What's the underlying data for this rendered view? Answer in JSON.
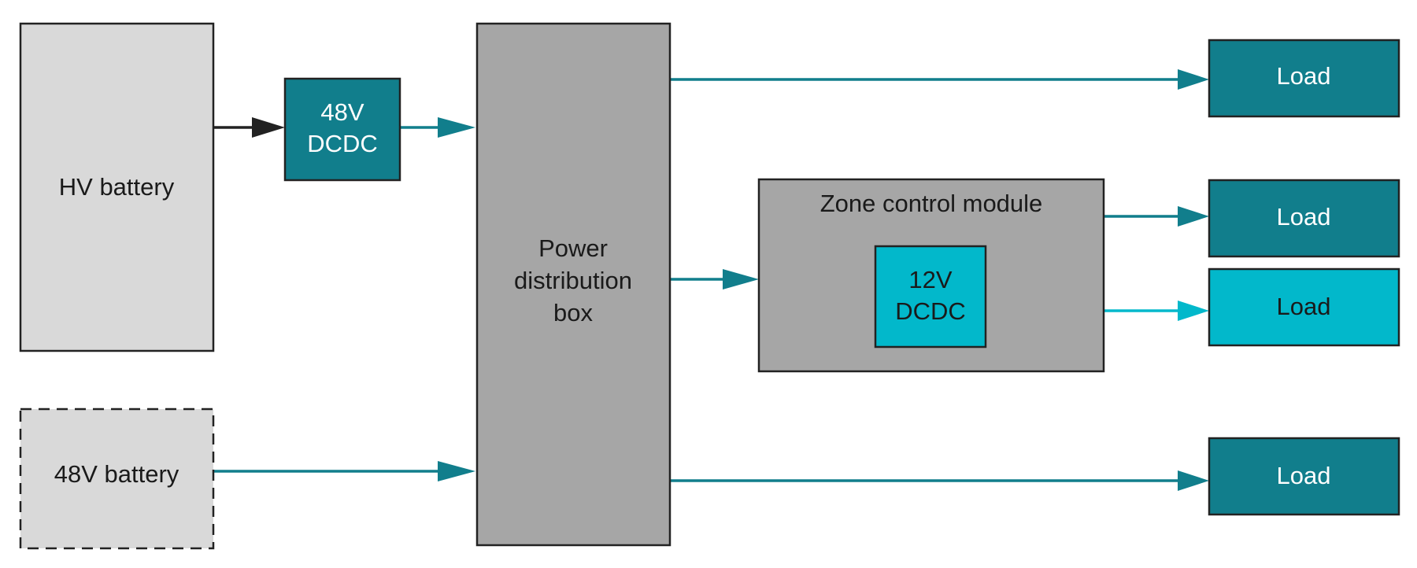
{
  "colors": {
    "light_gray": "#d9d9d9",
    "mid_gray": "#a6a6a6",
    "dark_teal": "#117e8c",
    "bright_cyan": "#02b8cb",
    "black_arrow": "#222222"
  },
  "nodes": {
    "hv_battery": {
      "label": "HV battery"
    },
    "battery_48v": {
      "label": "48V battery"
    },
    "dcdc_48v": {
      "line1": "48V",
      "line2": "DCDC"
    },
    "pdb": {
      "line1": "Power",
      "line2": "distribution",
      "line3": "box"
    },
    "zcm": {
      "label": "Zone control module"
    },
    "dcdc_12v": {
      "line1": "12V",
      "line2": "DCDC"
    },
    "load_1": {
      "label": "Load"
    },
    "load_2": {
      "label": "Load"
    },
    "load_3": {
      "label": "Load"
    },
    "load_4": {
      "label": "Load"
    }
  },
  "edges": [
    {
      "from": "hv_battery",
      "to": "dcdc_48v",
      "color": "black_arrow"
    },
    {
      "from": "dcdc_48v",
      "to": "pdb",
      "color": "dark_teal"
    },
    {
      "from": "battery_48v",
      "to": "pdb",
      "color": "dark_teal"
    },
    {
      "from": "pdb",
      "to": "load_1",
      "color": "dark_teal"
    },
    {
      "from": "pdb",
      "to": "zcm",
      "color": "dark_teal"
    },
    {
      "from": "zcm",
      "to": "load_2",
      "color": "dark_teal"
    },
    {
      "from": "zcm",
      "to": "load_3",
      "color": "bright_cyan"
    },
    {
      "from": "pdb",
      "to": "load_4",
      "color": "dark_teal"
    }
  ]
}
